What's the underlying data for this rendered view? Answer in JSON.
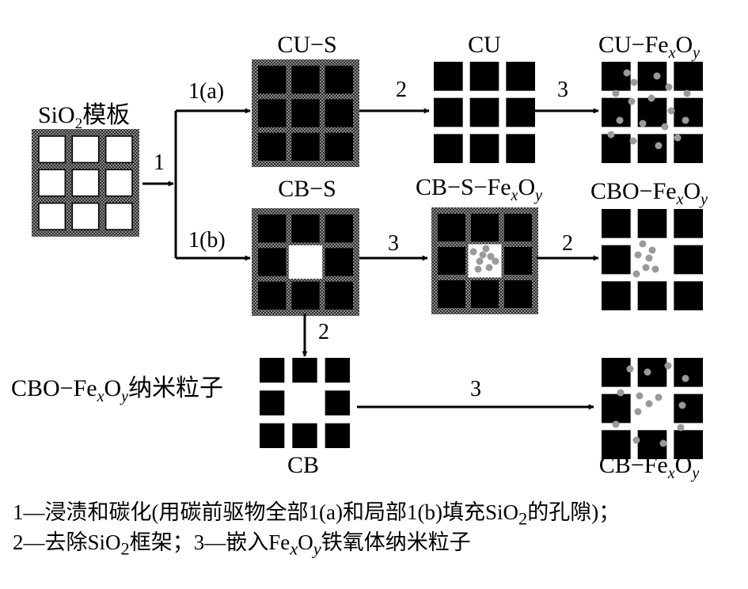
{
  "nodes": {
    "sio2_template": {
      "pre": "SiO",
      "sub": "2",
      "post": "模板"
    },
    "cu_s": "CU−S",
    "cu": "CU",
    "cu_fexoy": {
      "pre": "CU−Fe",
      "x": "x",
      "mid": "O",
      "y": "y"
    },
    "cb_s": "CB−S",
    "cb_s_fexoy": {
      "pre": "CB−S−Fe",
      "x": "x",
      "mid": "O",
      "y": "y"
    },
    "cbo_fexoy": {
      "pre": "CBO−Fe",
      "x": "x",
      "mid": "O",
      "y": "y"
    },
    "cbo_fexoy_np": {
      "pre": "CBO−Fe",
      "x": "x",
      "mid": "O",
      "y": "y",
      "post": "纳米粒子"
    },
    "cb": "CB",
    "cb_fexoy": {
      "pre": "CB−Fe",
      "x": "x",
      "mid": "O",
      "y": "y"
    }
  },
  "steps": {
    "s1": "1",
    "s1a": "1(a)",
    "s1b": "1(b)",
    "s2_top": "2",
    "s3_top": "3",
    "s3_mid": "3",
    "s2_mid": "2",
    "s2_down": "2",
    "s3_bottom": "3"
  },
  "caption": {
    "line1": {
      "a": "1—浸渍和碳化(用碳前驱物全部1(a)和局部1(b)填充SiO",
      "sub": "2",
      "b": "的孔隙)；"
    },
    "line2": {
      "a": "2—去除SiO",
      "sub": "2",
      "b": "框架；3—嵌入Fe",
      "x": "x",
      "c": "O",
      "y": "y",
      "d": "铁氧体纳米粒子"
    }
  },
  "colors": {
    "ink": "#000000",
    "framework": "#5a5a5a",
    "particle": "#9a9a9a"
  }
}
